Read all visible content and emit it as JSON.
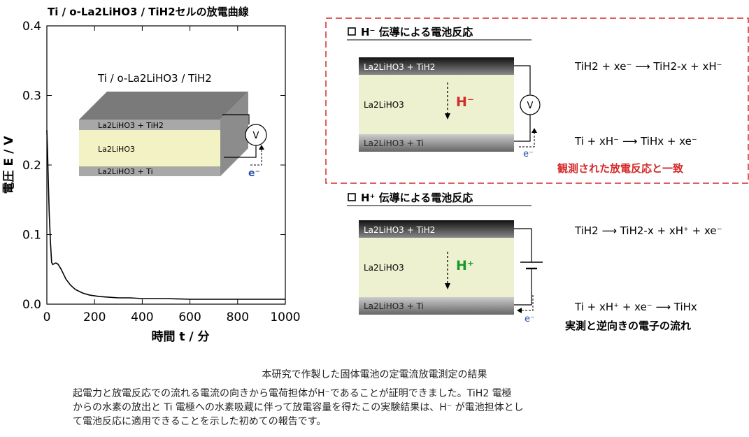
{
  "chart_data": {
    "type": "line",
    "title": "Ti / o-La2LiHO3 / TiH2セルの放電曲線",
    "xlabel": "時間 t / 分",
    "ylabel": "電圧 E / V",
    "xlim": [
      0,
      1000
    ],
    "ylim": [
      0,
      0.4
    ],
    "xticks": [
      "0",
      "200",
      "400",
      "600",
      "800",
      "1000"
    ],
    "yticks": [
      "0.0",
      "0.1",
      "0.2",
      "0.3",
      "0.4"
    ],
    "series": [
      {
        "x": [
          0,
          3,
          6,
          10,
          15,
          20,
          25,
          30,
          35,
          40,
          45,
          50,
          60,
          70,
          80,
          100,
          120,
          150,
          180,
          220,
          260,
          300,
          350,
          400,
          500,
          600,
          700,
          800,
          900,
          1000
        ],
        "y": [
          0.25,
          0.22,
          0.18,
          0.13,
          0.09,
          0.06,
          0.057,
          0.058,
          0.059,
          0.059,
          0.058,
          0.056,
          0.05,
          0.043,
          0.036,
          0.027,
          0.021,
          0.016,
          0.013,
          0.011,
          0.01,
          0.009,
          0.009,
          0.008,
          0.008,
          0.007,
          0.007,
          0.007,
          0.007,
          0.007
        ]
      }
    ]
  },
  "inset": {
    "title": "Ti / o-La2LiHO3 / TiH2",
    "layer_top": "La2LiHO3 + TiH2",
    "layer_mid": "La2LiHO3",
    "layer_bot": "La2LiHO3 + Ti",
    "meter": "V",
    "electron": "e⁻"
  },
  "panel_hminus": {
    "heading": "H⁻ 伝導による電池反応",
    "layer_top": "La2LiHO3 + TiH2",
    "layer_mid": "La2LiHO3",
    "layer_bot": "La2LiHO3 + Ti",
    "ion": "H⁻",
    "meter": "V",
    "electron": "e⁻",
    "reaction1": "TiH2 + xe⁻ ⟶ TiH2-x + xH⁻",
    "reaction2": "Ti + xH⁻ ⟶ TiHx + xe⁻",
    "note": "観測された放電反応と一致"
  },
  "panel_hplus": {
    "heading": "H⁺ 伝導による電池反応",
    "layer_top": "La2LiHO3 + TiH2",
    "layer_mid": "La2LiHO3",
    "layer_bot": "La2LiHO3 + Ti",
    "ion": "H⁺",
    "electron": "e⁻",
    "reaction1": "TiH2 ⟶ TiH2-x + xH⁺ + xe⁻",
    "reaction2": "Ti + xH⁺ + xe⁻ ⟶ TiHx",
    "note": "実測と逆向きの電子の流れ"
  },
  "caption": "本研究で作製した固体電池の定電流放電測定の結果",
  "description": [
    "起電力と放電反応での流れる電流の向きから電荷担体がH⁻であることが証明できました。TiH2 電極",
    "からの水素の放出と Ti 電極への水素吸蔵に伴って放電容量を得たこの実験結果は、H⁻ が電池担体とし",
    "て電池反応に適用できることを示した初めての報告です。"
  ],
  "colors": {
    "red": "#d42a2a",
    "blue": "#2a4fa8",
    "green": "#1a9a2a",
    "mid_layer": "#eef1cf"
  }
}
